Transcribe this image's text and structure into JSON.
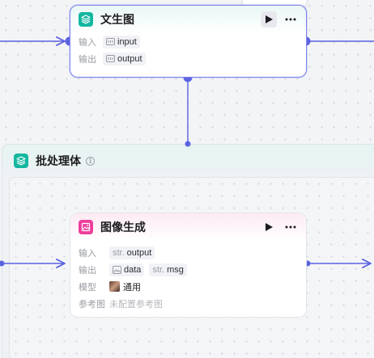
{
  "top_node": {
    "title": "文生图",
    "input_label": "输入",
    "input_value": "input",
    "output_label": "输出",
    "output_value": "output"
  },
  "batch": {
    "title": "批处理体",
    "info_glyph": "i"
  },
  "image_node": {
    "title": "图像生成",
    "input_label": "输入",
    "input_type": "str.",
    "input_value": "output",
    "output_label": "输出",
    "output_data": "data",
    "output_msg_type": "str.",
    "output_msg": "msg",
    "model_label": "模型",
    "model_value": "通用",
    "reference_label": "参考图",
    "reference_placeholder": "未配置参考图"
  },
  "colors": {
    "accent": "#5a62e0",
    "teal_icon": "#14b7a0",
    "pink_icon": "#ee3f9c"
  },
  "icons": {
    "top_node_icon": "layers-icon",
    "batch_icon": "layers-icon",
    "image_node_icon": "image-icon",
    "run": "play-icon",
    "more": "more-horizontal-icon"
  }
}
